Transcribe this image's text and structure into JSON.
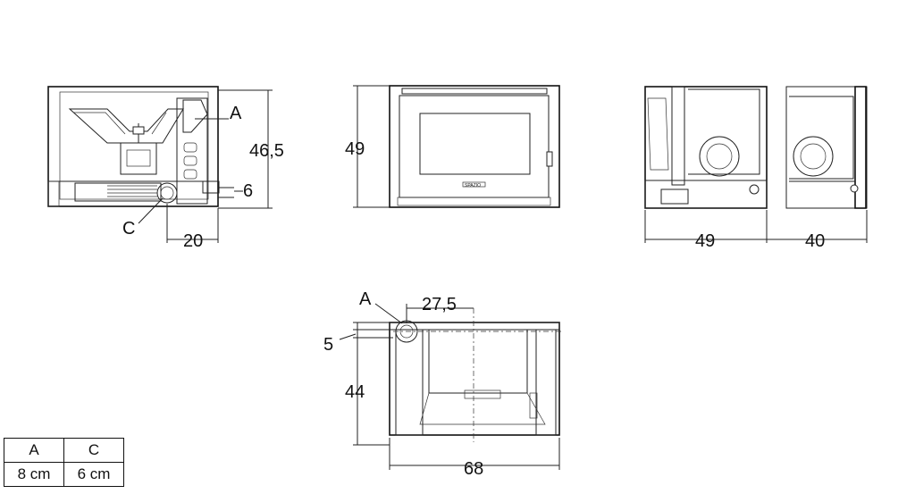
{
  "views": {
    "side": {
      "height_label": "46,5",
      "depth_label": "20",
      "offset_label": "6",
      "callout_a": "A",
      "callout_c": "C"
    },
    "front": {
      "height_label": "49",
      "brand": "SPAZIO"
    },
    "rear": {
      "width1_label": "49",
      "width2_label": "40"
    },
    "top": {
      "callout_a": "A",
      "offset_label": "27,5",
      "small_label": "5",
      "depth_label": "44",
      "width_label": "68"
    }
  },
  "legend": {
    "headers": [
      "A",
      "C"
    ],
    "values": [
      "8 cm",
      "6 cm"
    ]
  }
}
